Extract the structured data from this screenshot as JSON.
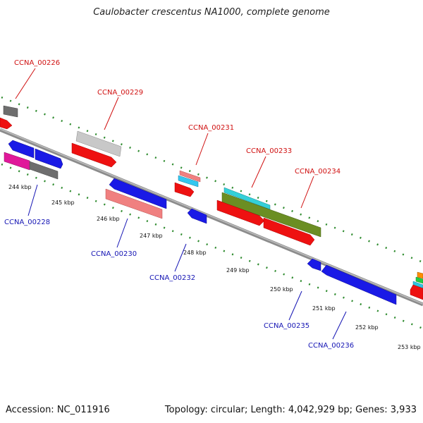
{
  "title": "Caulobacter crescentus NA1000, complete genome",
  "footer": {
    "accession": "Accession: NC_011916",
    "topology": "Topology: circular; Length: 4,042,929 bp; Genes: 3,933"
  },
  "colors": {
    "backbone": "#8c8c8c",
    "tick_green": "#2e8b2e",
    "label_top": "#d01010",
    "label_bottom": "#1414b4"
  },
  "ticks": [
    "244 kbp",
    "245 kbp",
    "246 kbp",
    "247 kbp",
    "248 kbp",
    "249 kbp",
    "250 kbp",
    "251 kbp",
    "252 kbp",
    "253 kbp"
  ],
  "labels_top": [
    "CCNA_00226",
    "CCNA_00229",
    "CCNA_00231",
    "CCNA_00233",
    "CCNA_00234"
  ],
  "labels_bottom": [
    "CCNA_00228",
    "CCNA_00230",
    "CCNA_00232",
    "CCNA_00235",
    "CCNA_00236"
  ]
}
